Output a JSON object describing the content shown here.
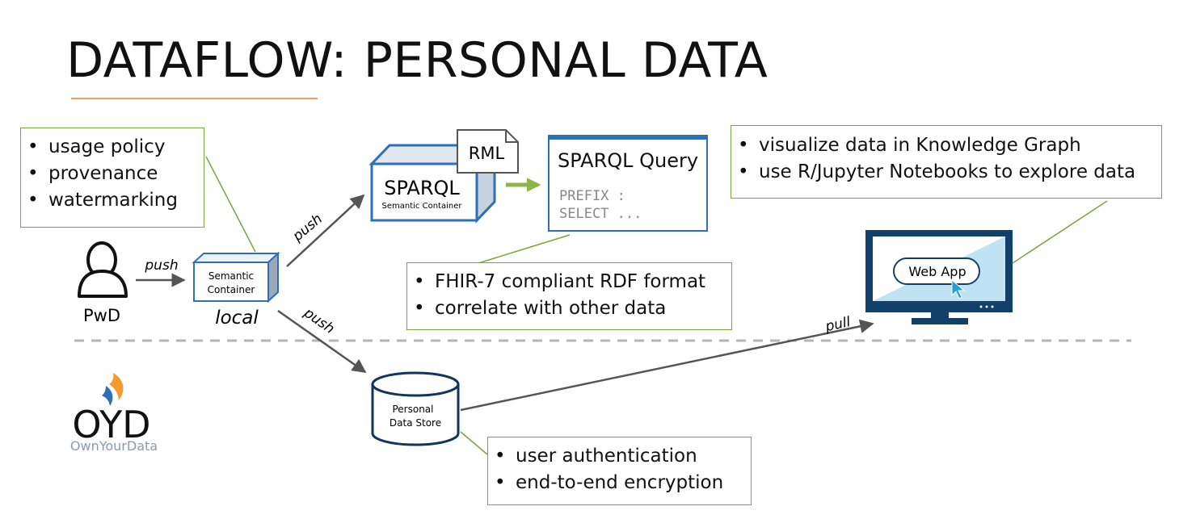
{
  "title": "DATAFLOW: PERSONAL DATA",
  "notes": {
    "local_features": [
      "usage policy",
      "provenance",
      "watermarking"
    ],
    "visualize": [
      "visualize data in Knowledge Graph",
      "use R/Jupyter Notebooks to explore data"
    ],
    "fhir": [
      "FHIR-7 compliant RDF format",
      "correlate with other data"
    ],
    "store_features": [
      "user authentication",
      "end-to-end encryption"
    ]
  },
  "nodes": {
    "person_label": "PwD",
    "semantic_container_line1": "Semantic",
    "semantic_container_line2": "Container",
    "local_label": "local",
    "sparql_cube_label": "SPARQL",
    "sparql_cube_sub": "Semantic Container",
    "rml_label": "RML",
    "sparql_query_title": "SPARQL Query",
    "sparql_query_line1": "PREFIX :",
    "sparql_query_line2": "SELECT ...",
    "datastore_line1": "Personal",
    "datastore_line2": "Data Store",
    "webapp_label": "Web App"
  },
  "edges": {
    "push_person": "push",
    "push_sparql": "push",
    "push_store": "push",
    "pull_webapp": "pull"
  },
  "logo": {
    "text": "OYD",
    "subtext": "OwnYourData"
  },
  "colors": {
    "note_border": "#7aa53d",
    "container_blue": "#2e6fb7",
    "title_rule": "#e2a45b",
    "arrow_gray": "#555555",
    "monitor_dark": "#13406b",
    "monitor_light": "#bfe3f3"
  }
}
